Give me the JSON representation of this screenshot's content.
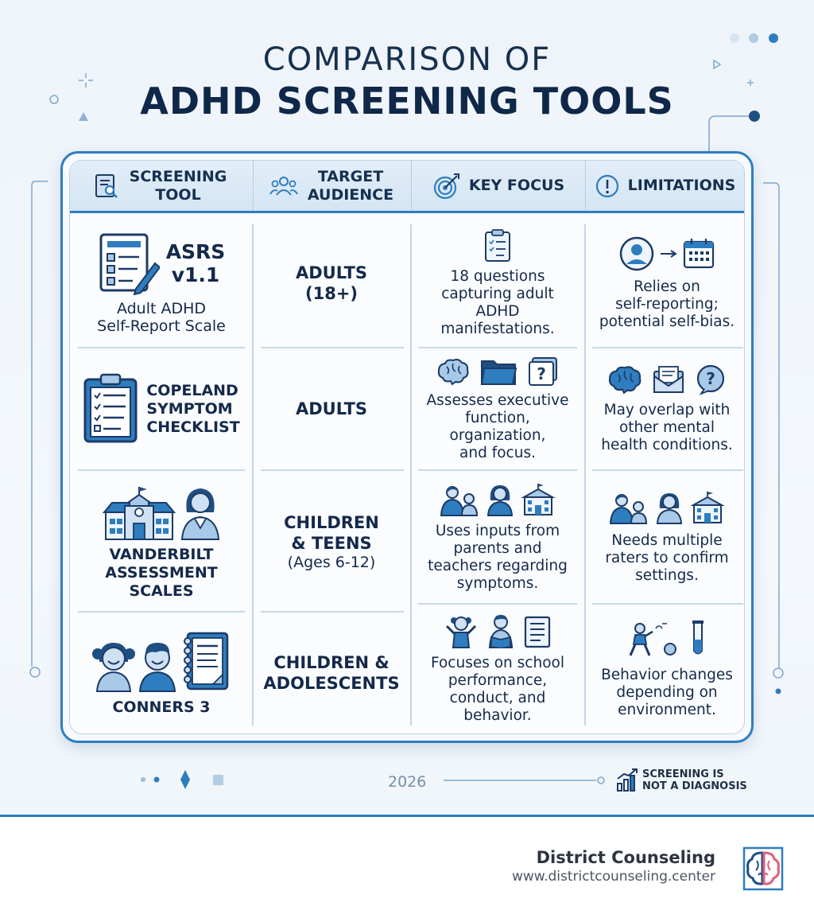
{
  "title": {
    "line1": "COMPARISON OF",
    "line2": "ADHD SCREENING TOOLS"
  },
  "headers": [
    "SCREENING TOOL",
    "TARGET AUDIENCE",
    "KEY FOCUS",
    "LIMITATIONS"
  ],
  "header_icons": [
    "document-search-icon",
    "group-icon",
    "target-icon",
    "alert-icon"
  ],
  "rows": [
    {
      "tool_name": "ASRS v1.1",
      "tool_name_line1": "ASRS",
      "tool_name_line2": "v1.1",
      "tool_sub_line1": "Adult ADHD",
      "tool_sub_line2": "Self-Report Scale",
      "audience_line1": "ADULTS",
      "audience_line2": "(18+)",
      "focus": [
        "18 questions",
        "capturing adult",
        "ADHD",
        "manifestations."
      ],
      "limits": [
        "Relies on",
        "self-reporting;",
        "potential self-bias."
      ]
    },
    {
      "tool_lines": [
        "COPELAND",
        "SYMPTOM",
        "CHECKLIST"
      ],
      "audience_line1": "ADULTS",
      "focus": [
        "Assesses executive",
        "function,",
        "organization,",
        "and focus."
      ],
      "limits": [
        "May overlap with",
        "other mental",
        "health conditions."
      ]
    },
    {
      "tool_lines": [
        "VANDERBILT",
        "ASSESSMENT",
        "SCALES"
      ],
      "audience_line1": "CHILDREN",
      "audience_line2": "& TEENS",
      "audience_line3": "(Ages 6-12)",
      "focus": [
        "Uses inputs from",
        "parents and",
        "teachers regarding",
        "symptoms."
      ],
      "limits": [
        "Needs multiple",
        "raters to confirm",
        "settings."
      ]
    },
    {
      "tool_lines": [
        "CONNERS 3"
      ],
      "audience_line1": "CHILDREN &",
      "audience_line2": "ADOLESCENTS",
      "focus": [
        "Focuses on school",
        "performance,",
        "conduct, and",
        "behavior."
      ],
      "limits": [
        "Behavior changes",
        "depending on",
        "environment."
      ]
    }
  ],
  "footer": {
    "year": "2026",
    "note_line1": "SCREENING IS",
    "note_line2": "NOT A DIAGNOSIS",
    "brand": "District Counseling",
    "url": "www.districtcounseling.center"
  },
  "colors": {
    "accent": "#2e7dbf",
    "navy": "#14294a",
    "icon_fill": "#a9c9e8",
    "icon_stroke": "#1c3b66"
  }
}
